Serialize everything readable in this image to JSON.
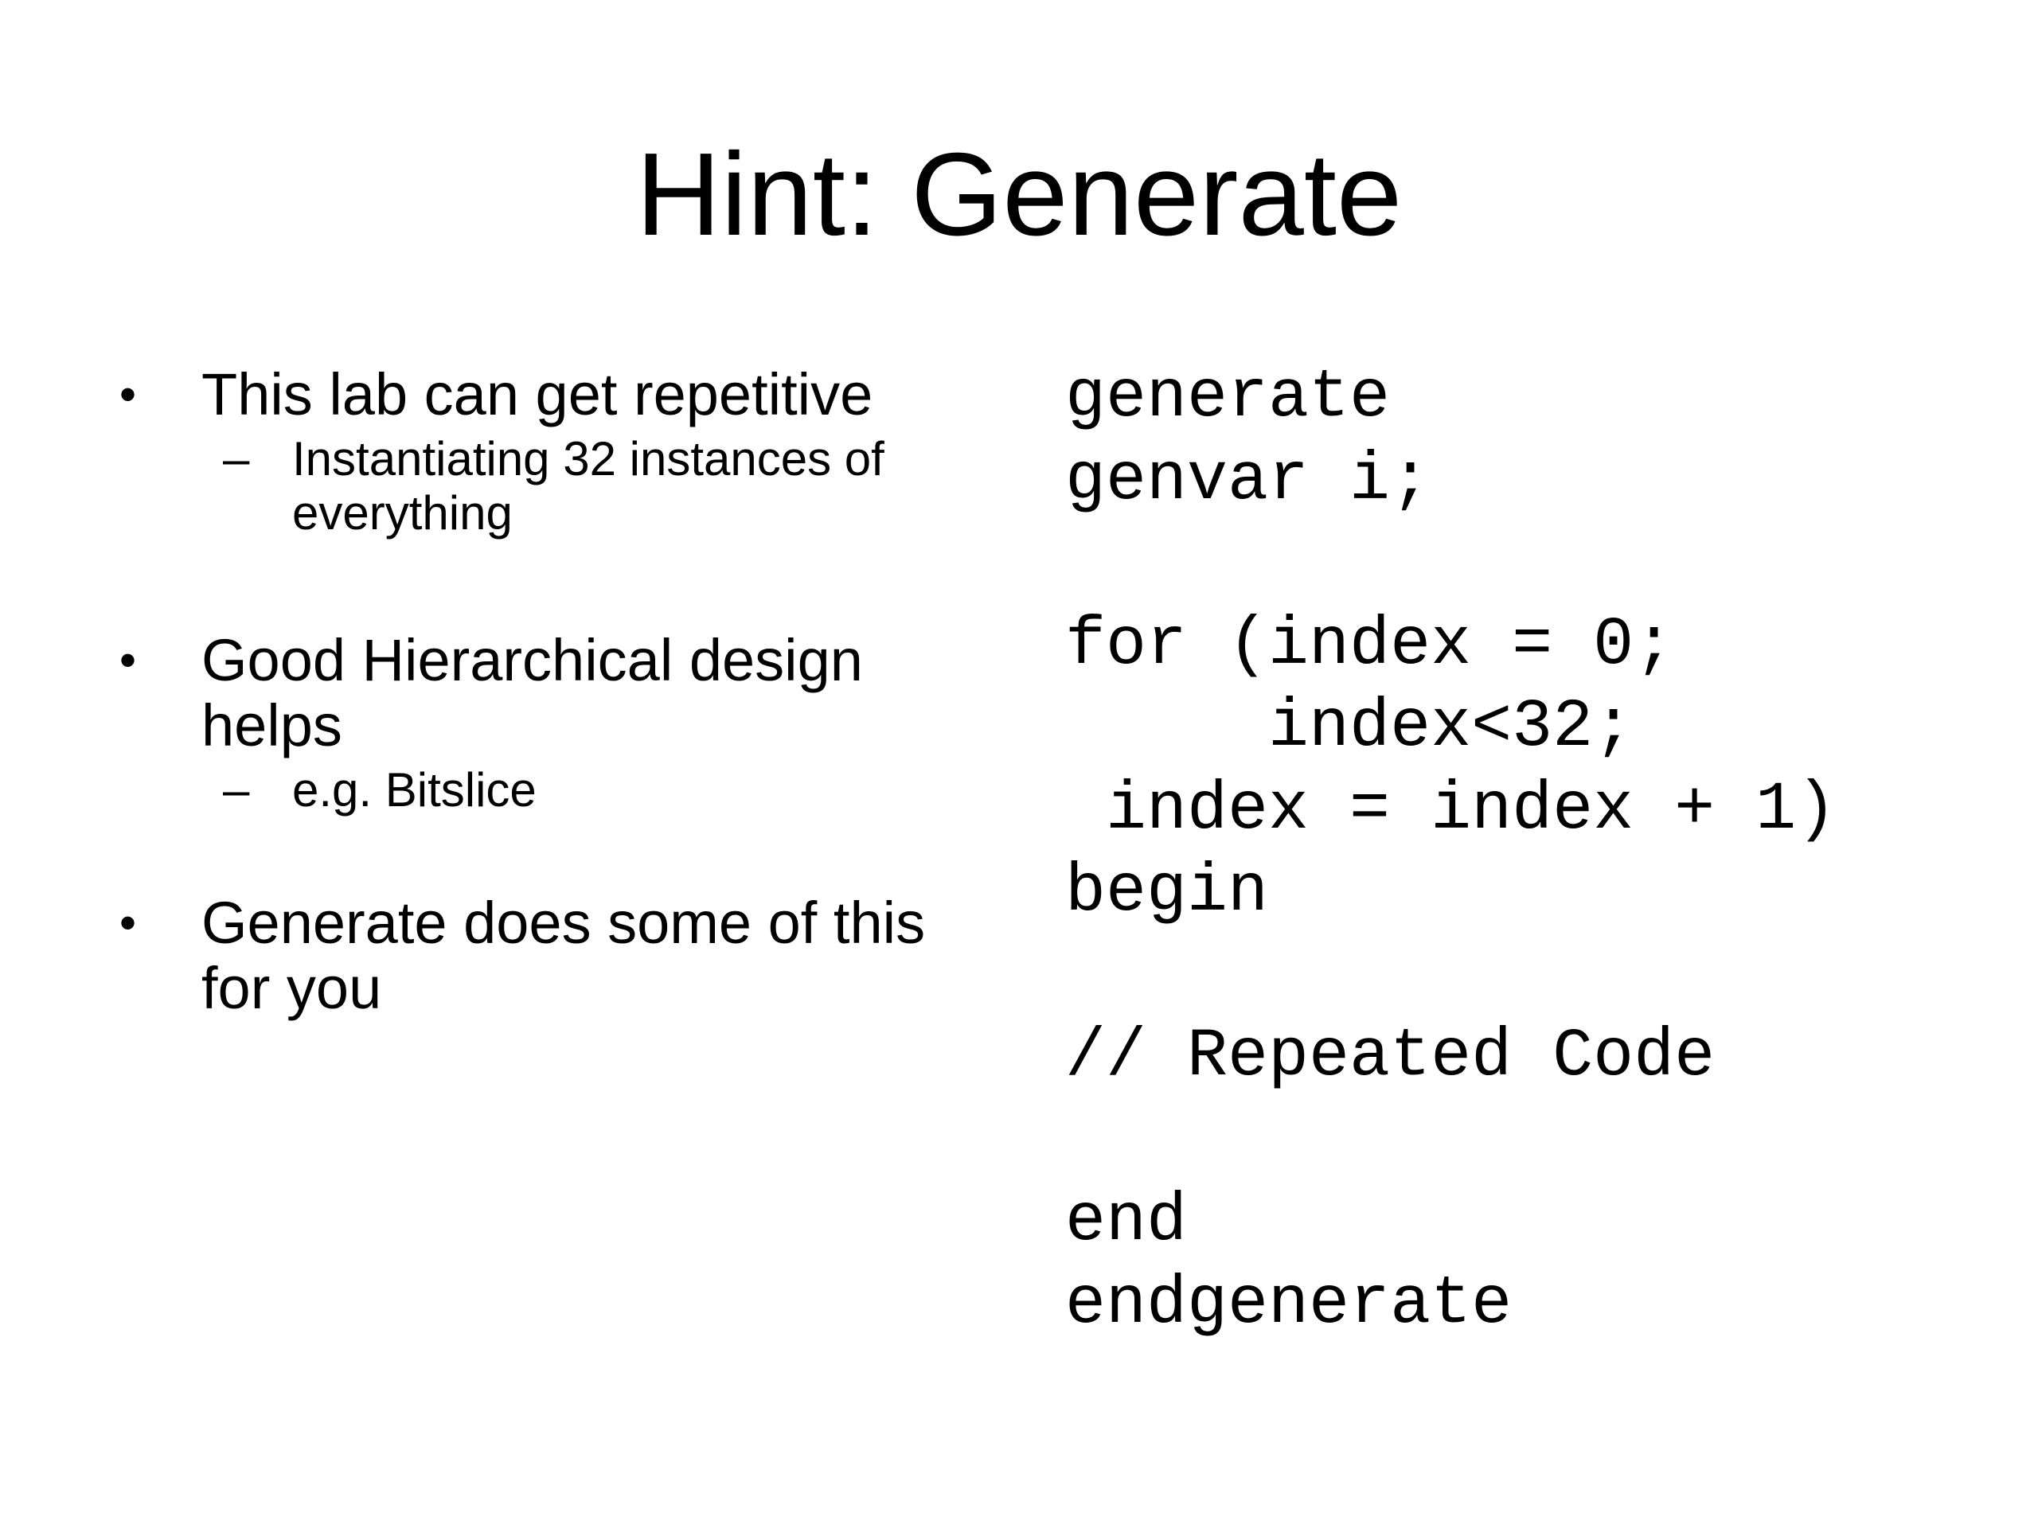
{
  "slide": {
    "title": "Hint: Generate",
    "bullets": [
      {
        "text": "This lab can get repetitive",
        "subs": [
          "Instantiating 32 instances of everything"
        ]
      },
      {
        "text": "Good Hierarchical design helps",
        "subs": [
          "e.g. Bitslice"
        ]
      },
      {
        "text": "Generate does some of this for you",
        "subs": []
      }
    ],
    "bullet_glyph": "•",
    "sub_glyph": "–",
    "code_lines": [
      "generate",
      "genvar i;",
      "",
      "for (index = 0;",
      "     index<32;",
      " index = index + 1)",
      "begin",
      "",
      "// Repeated Code",
      "",
      "end",
      "endgenerate"
    ]
  }
}
